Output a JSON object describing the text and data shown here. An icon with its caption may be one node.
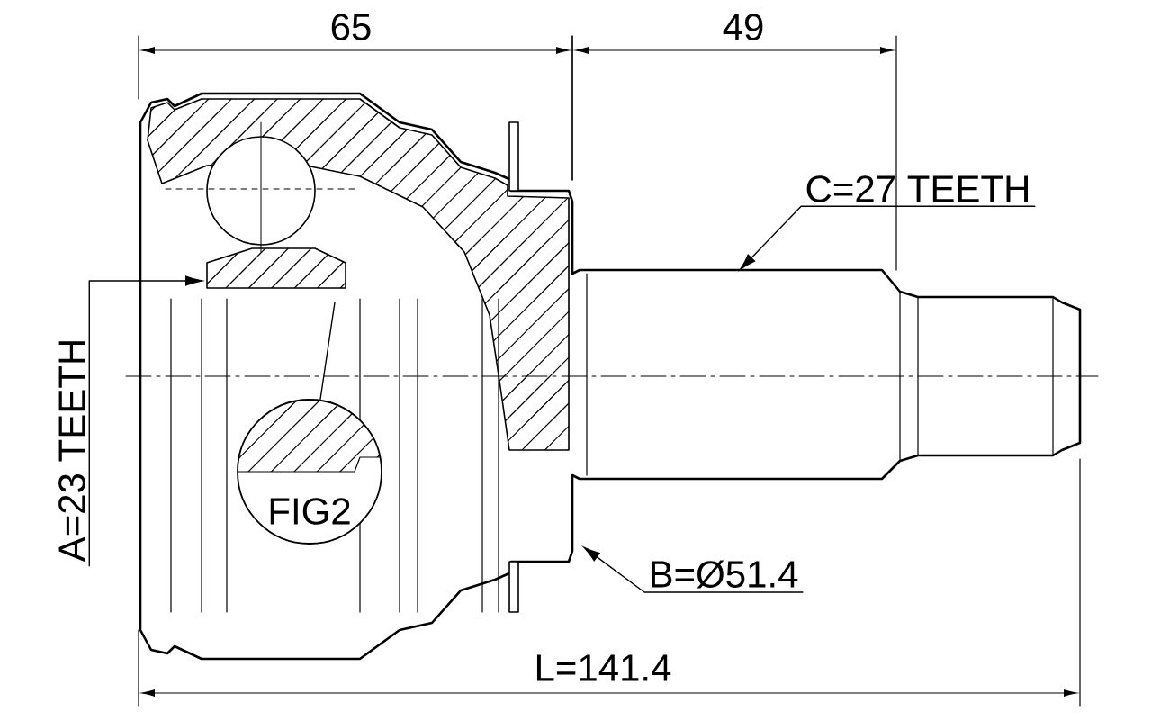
{
  "diagram": {
    "nodes": [
      {
        "text": [
          "C=27 TEETH"
        ]
      },
      {
        "text": [
          "FIG2"
        ]
      },
      {
        "text": [
          "B=Ø51.4"
        ]
      },
      {
        "text": [
          "A=23 TEETH"
        ]
      }
    ],
    "edges": [
      {
        "from": 0,
        "to": null,
        "arrow": "to"
      },
      {
        "from": 1,
        "to": null,
        "arrow": "none"
      },
      {
        "from": 2,
        "to": null,
        "arrow": "to"
      },
      {
        "from": 3,
        "to": null,
        "arrow": "to"
      }
    ],
    "labels": [
      "65",
      "49",
      "L=141.4"
    ]
  }
}
